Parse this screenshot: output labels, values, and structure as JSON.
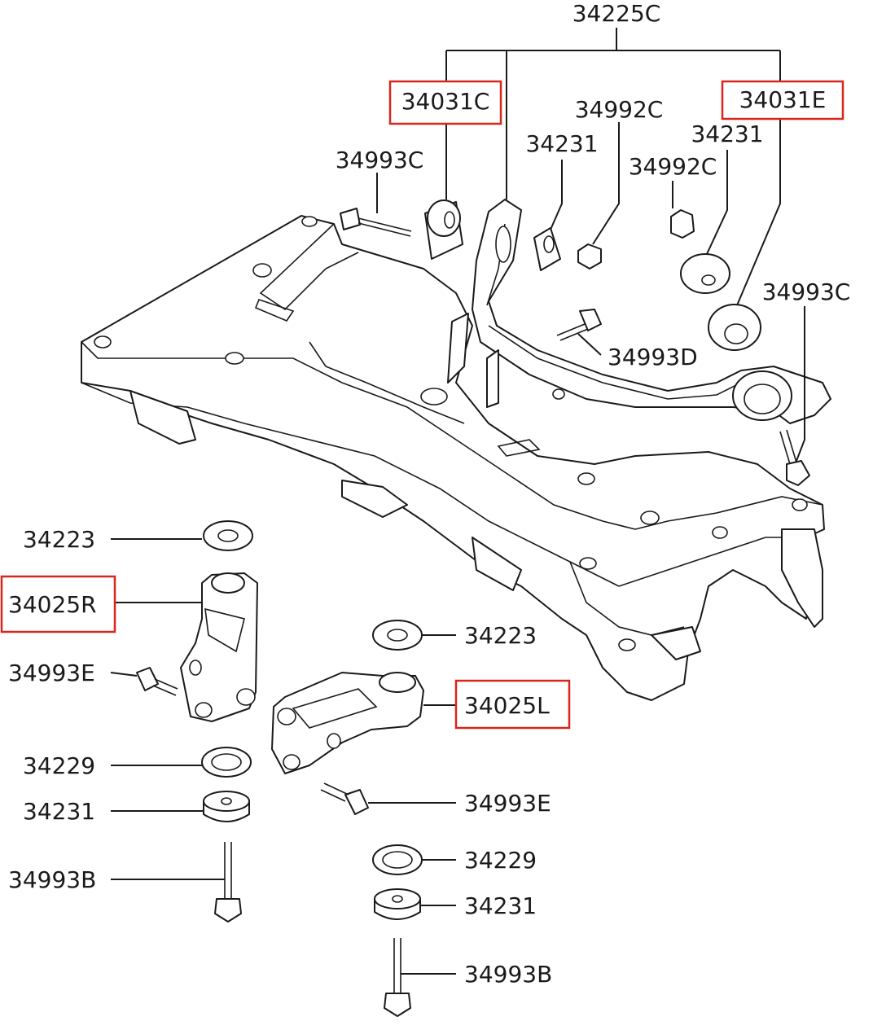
{
  "diagram": {
    "labels": {
      "top": "34225C",
      "bushing_c": "34031C",
      "bushing_e": "34031E",
      "bolt_c_top": "34993C",
      "bolt_c_right": "34993C",
      "bolt_d": "34993D",
      "nut_1": "34992C",
      "nut_2": "34992C",
      "spacer_1": "34231",
      "spacer_2": "34231",
      "washer_r": "34223",
      "mount_r": "34025R",
      "bolt_e_r": "34993E",
      "stopper_r": "34229",
      "spacer_r": "34231",
      "bolt_b_r": "34993B",
      "washer_l": "34223",
      "mount_l": "34025L",
      "bolt_e_l": "34993E",
      "stopper_l": "34229",
      "spacer_l": "34231",
      "bolt_b_l": "34993B"
    },
    "highlight_color": "#d9261c",
    "line_color": "#1a1a1a"
  }
}
